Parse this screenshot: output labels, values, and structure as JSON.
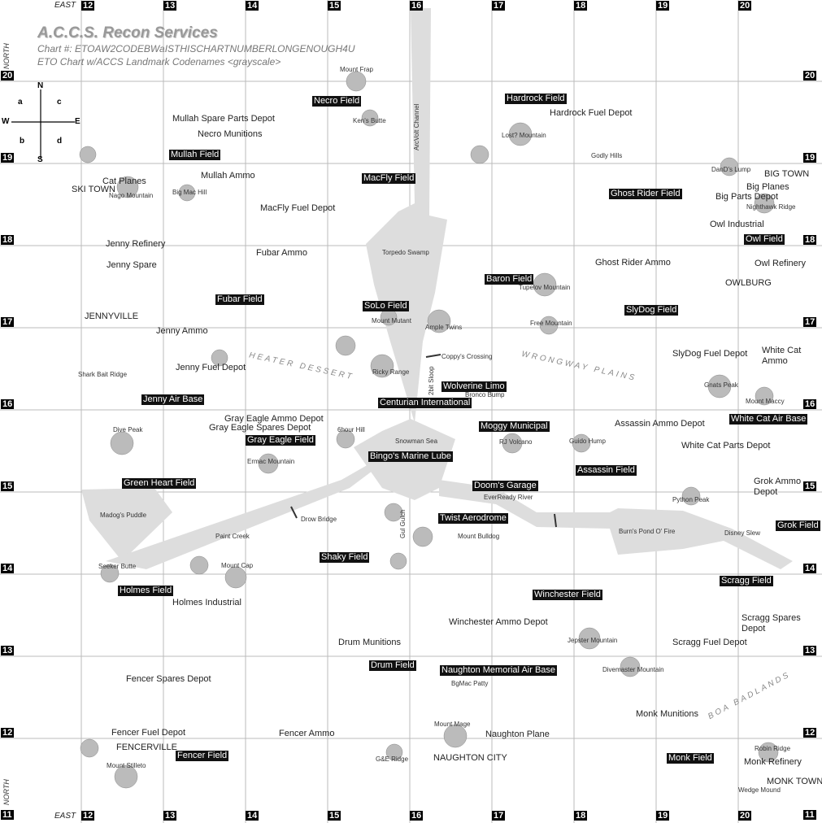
{
  "header": {
    "title": "A.C.C.S. Recon Services",
    "chart_no": "Chart #:  ETOAW2CODEBWaISTHISCHARTNUMBERLONGENOUGH4U",
    "subtitle": "ETO Chart w/ACCS Landmark Codenames <grayscale>"
  },
  "axes": {
    "east": "EAST",
    "north": "NORTH",
    "columns": [
      "12",
      "13",
      "14",
      "15",
      "16",
      "17",
      "18",
      "19",
      "20"
    ],
    "rows": [
      "20",
      "19",
      "18",
      "17",
      "16",
      "15",
      "14",
      "13",
      "12",
      "11"
    ]
  },
  "compass": {
    "n": "N",
    "s": "S",
    "e": "E",
    "w": "W",
    "q": [
      "a",
      "c",
      "b",
      "d"
    ]
  },
  "regions": [
    "HEATER DESSERT",
    "WRONGWAY PLAINS",
    "BOA BADLANDS"
  ],
  "fields": [
    "Necro Field",
    "Hardrock Field",
    "Mullah Field",
    "MacFly Field",
    "Ghost Rider Field",
    "Owl Field",
    "Baron Field",
    "Fubar Field",
    "SoLo Field",
    "SlyDog Field",
    "Jenny Air Base",
    "Wolverine Limo",
    "Centurian International",
    "Moggy Municipal",
    "White Cat Air Base",
    "Gray Eagle Field",
    "Bingo's Marine Lube",
    "Assassin Field",
    "Green Heart Field",
    "Doom's Garage",
    "Twist Aerodrome",
    "Grok Field",
    "Shaky Field",
    "Scragg Field",
    "Holmes Field",
    "Winchester Field",
    "Drum Field",
    "Naughton Memorial Air Base",
    "Fencer Field",
    "Monk Field"
  ],
  "places": [
    "Mullah Spare Parts Depot",
    "Necro Munitions",
    "Hardrock Fuel Depot",
    "Cat Planes",
    "SKI TOWN",
    "Mullah Ammo",
    "MacFly Fuel Depot",
    "BIG TOWN",
    "Big Planes",
    "Big Parts Depot",
    "Owl Industrial",
    "Jenny Refinery",
    "Fubar Ammo",
    "Ghost Rider Ammo",
    "Owl Refinery",
    "Jenny Spare",
    "OWLBURG",
    "JENNYVILLE",
    "Jenny Ammo",
    "White Cat Ammo",
    "SlyDog Fuel Depot",
    "Jenny Fuel Depot",
    "Gray Eagle Ammo Depot",
    "Gray Eagle Spares Depot",
    "Assassin Ammo Depot",
    "White Cat Parts Depot",
    "Grok Ammo Depot",
    "Holmes Industrial",
    "Winchester Ammo Depot",
    "Scragg Spares Depot",
    "Drum Munitions",
    "Scragg Fuel Depot",
    "Fencer Spares Depot",
    "Monk Munitions",
    "Fencer Fuel Depot",
    "Fencer Ammo",
    "Naughton Plane",
    "FENCERVILLE",
    "NAUGHTON CITY",
    "Monk Refinery",
    "MONK TOWN"
  ],
  "terrain": [
    "Mount Frap",
    "Ken's Butte",
    "ArcVolt Channel",
    "Lost? Mountain",
    "Godly Hills",
    "DanD's Lump",
    "Nago Mountain",
    "Big Mac Hill",
    "Nighthawk Ridge",
    "Torpedo Swamp",
    "Tupelov Mountain",
    "Mount Mutant",
    "Ample Twins",
    "Free Mountain",
    "Coppy's Crossing",
    "Shark Bait Ridge",
    "Ricky Range",
    "2bit Sloop",
    "Bronco Bump",
    "Gnats Peak",
    "Mount Maccy",
    "Dive Peak",
    "6hour Hill",
    "Snowman Sea",
    "RJ Volcano",
    "Guido Hump",
    "Ermac Mountain",
    "EverReady River",
    "Madog's Puddle",
    "Drow Bridge",
    "Python Peak",
    "Paint Creek",
    "Gul Gulch",
    "Mount Bulldog",
    "Burn's Pond O' Fire",
    "Disney Slew",
    "Seeker Butte",
    "Mount Cap",
    "Jepster Mountain",
    "BgMac Patty",
    "Divemaster Mountain",
    "Mount Mage",
    "Robin Ridge",
    "Mount Stilleto",
    "G&E Ridge",
    "Wedge Mound"
  ]
}
